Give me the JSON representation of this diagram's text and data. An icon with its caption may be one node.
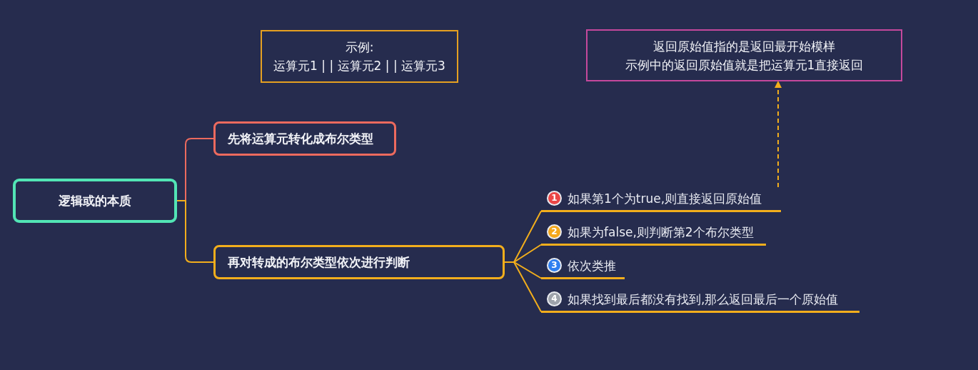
{
  "diagram": {
    "nodes": [
      {
        "text": [
          "逻辑或的本质"
        ]
      },
      {
        "text": [
          "先将运算元转化成布尔类型"
        ]
      },
      {
        "text": [
          "再对转成的布尔类型依次进行判断"
        ]
      },
      {
        "text": [
          "1",
          "如果第1个为true,则直接返回原始值"
        ]
      },
      {
        "text": [
          "2",
          "如果为false,则判断第2个布尔类型"
        ]
      },
      {
        "text": [
          "3",
          "依次类推"
        ]
      },
      {
        "text": [
          "4",
          "如果找到最后都没有找到,那么返回最后一个原始值"
        ]
      },
      {
        "text": [
          "示例:",
          "运算元1 | | 运算元2 | | 运算元3"
        ]
      },
      {
        "text": [
          "返回原始值指的是返回最开始模样",
          "示例中的返回原始值就是把运算元1直接返回"
        ]
      }
    ],
    "edges": [
      {
        "from": 0,
        "to": 1,
        "arrow": "none",
        "color": "#ec6a5e"
      },
      {
        "from": 0,
        "to": 2,
        "arrow": "none"
      },
      {
        "from": 2,
        "to": 3,
        "arrow": "none"
      },
      {
        "from": 2,
        "to": 4,
        "arrow": "none"
      },
      {
        "from": 2,
        "to": 5,
        "arrow": "none"
      },
      {
        "from": 2,
        "to": 6,
        "arrow": "none"
      },
      {
        "from": 3,
        "to": 8,
        "arrow": "to",
        "style": "dashed"
      }
    ]
  }
}
